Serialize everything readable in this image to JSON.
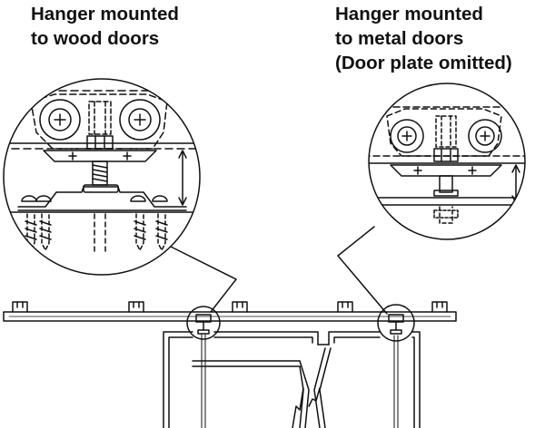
{
  "captions": {
    "wood": {
      "line1": "Hanger mounted",
      "line2": "to wood doors"
    },
    "metal": {
      "line1": "Hanger mounted",
      "line2": "to metal doors",
      "line3": "(Door plate omitted)"
    }
  },
  "colors": {
    "ink": "#111111",
    "background": "#ffffff"
  },
  "icons": {
    "wheel": "circle-with-cross-hub",
    "screw": "wood-screw",
    "break": "break-line-symbol"
  }
}
